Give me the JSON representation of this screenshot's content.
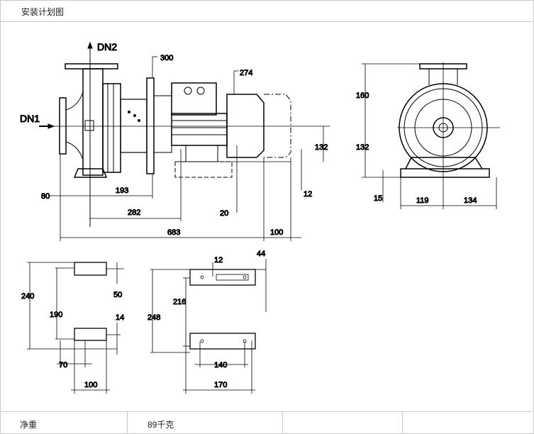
{
  "header": {
    "title": "安装计划图"
  },
  "drawing": {
    "side_view": {
      "dn1": "DN1",
      "dn2": "DN2",
      "d300": "300",
      "d274": "274",
      "d80": "80",
      "d193": "193",
      "d282": "282",
      "d683": "683",
      "d100": "100",
      "d132": "132",
      "d12": "12",
      "d20": "20"
    },
    "end_view": {
      "d160": "160",
      "d132": "132",
      "d15": "15",
      "d119": "119",
      "d134": "134"
    },
    "foot_plan": {
      "d240": "240",
      "d190": "190",
      "d50": "50",
      "d14": "14",
      "d70": "70",
      "d100": "100"
    },
    "base_plan": {
      "d12": "12",
      "d44": "44",
      "d248": "248",
      "d216": "216",
      "d140": "140",
      "d170": "170"
    }
  },
  "footer": {
    "label": "净重",
    "value": "89千克"
  }
}
